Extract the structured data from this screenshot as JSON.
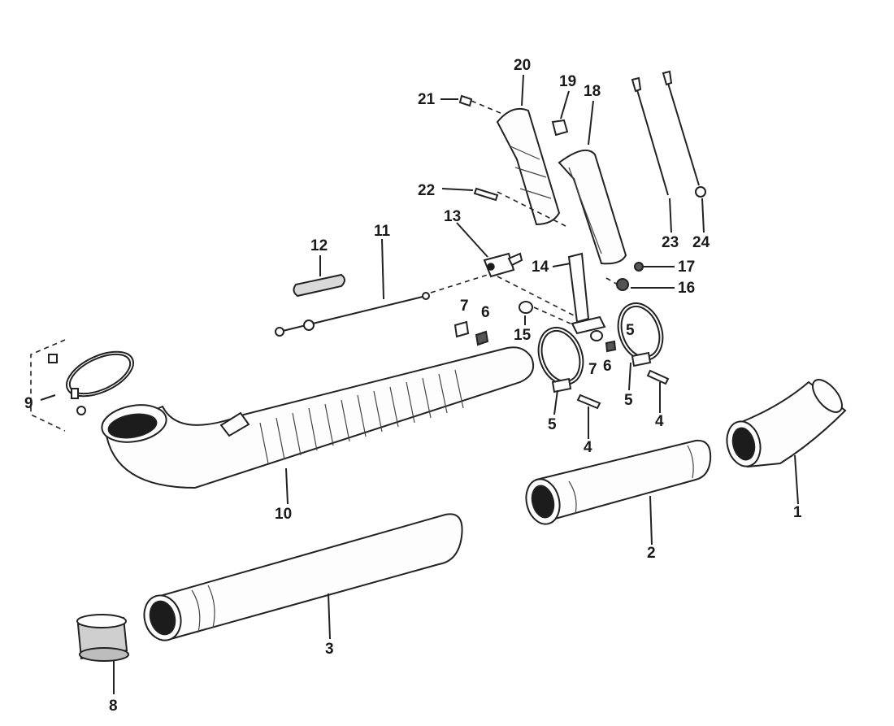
{
  "diagram": {
    "callouts": {
      "c1": "1",
      "c2": "2",
      "c3": "3",
      "c4a": "4",
      "c4b": "4",
      "c5a": "5",
      "c5b": "5",
      "c5c": "5",
      "c6a": "6",
      "c6b": "6",
      "c7a": "7",
      "c7b": "7",
      "c8": "8",
      "c9": "9",
      "c10": "10",
      "c11": "11",
      "c12": "12",
      "c13": "13",
      "c14": "14",
      "c15": "15",
      "c16": "16",
      "c17": "17",
      "c18": "18",
      "c19": "19",
      "c20": "20",
      "c21": "21",
      "c22": "22",
      "c23": "23",
      "c24": "24"
    }
  }
}
